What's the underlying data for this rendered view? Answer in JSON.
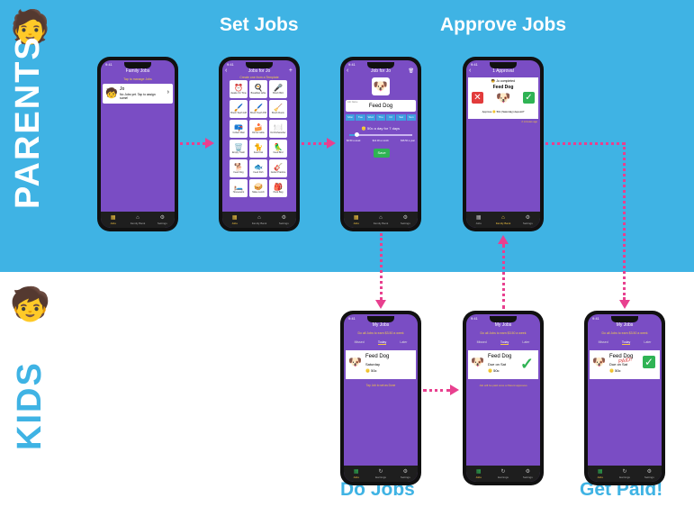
{
  "sections": {
    "parents_label": "PARENTS",
    "kids_label": "KIDS",
    "parent_avatar": "🧑",
    "kid_avatar": "🧒"
  },
  "headings": {
    "set_jobs": "Set Jobs",
    "approve_jobs": "Approve Jobs",
    "do_jobs": "Do Jobs",
    "get_paid": "Get Paid!"
  },
  "colors": {
    "parents_band": "#3fb3e4",
    "app_purple": "#7a4dc4",
    "arrow_pink": "#e8408f",
    "accent_yellow": "#f5c542"
  },
  "tabs_parent": [
    "Jobs",
    "Family Bank",
    "Settings"
  ],
  "tabs_kid": [
    "Jobs",
    "Earnings",
    "Settings"
  ],
  "phone1": {
    "time": "9:41",
    "title": "Family Jobs",
    "subtitle": "Tap to manage Jobs",
    "kid_name": "Jo",
    "kid_text": "No Jobs yet. Tap to assign some!",
    "kid_icon": "🧒",
    "chevron": "›"
  },
  "phone2": {
    "time": "9:41",
    "back": "‹",
    "title": "Jobs for Jo",
    "plus": "+",
    "subtitle": "Create one from a Template",
    "tiles": [
      {
        "icon": "⏰",
        "label": "Awake On Time"
      },
      {
        "icon": "🍳",
        "label": "Breakfast table"
      },
      {
        "icon": "🎤",
        "label": "Brush Bird"
      },
      {
        "icon": "🖌️",
        "label": "Brush Teeth AM"
      },
      {
        "icon": "🖌️",
        "label": "Brush Teeth PM"
      },
      {
        "icon": "🧹",
        "label": "Brush Room"
      },
      {
        "icon": "📪",
        "label": "Collect Mail"
      },
      {
        "icon": "🍰",
        "label": "Dinner table"
      },
      {
        "icon": "🍽️",
        "label": "Do Dishwasher"
      },
      {
        "icon": "🗑️",
        "label": "Empty Trash"
      },
      {
        "icon": "🐈",
        "label": "Feed Cat"
      },
      {
        "icon": "🦜",
        "label": "Feed Bird"
      },
      {
        "icon": "🐕",
        "label": "Feed Dog"
      },
      {
        "icon": "🐟",
        "label": "Feed Fish"
      },
      {
        "icon": "🎸",
        "label": "Guitar Practice"
      },
      {
        "icon": "🛏️",
        "label": "Housework"
      },
      {
        "icon": "🥪",
        "label": "Make Lunch"
      },
      {
        "icon": "🎒",
        "label": "Pack Bag"
      }
    ]
  },
  "phone3": {
    "time": "9:41",
    "back": "‹",
    "title": "Job for Jo",
    "trash": "🗑",
    "dog_icon": "🐶",
    "field_label": "Job Name",
    "job_name": "Feed Dog",
    "days": [
      "Mon",
      "Tue",
      "Wed",
      "Thu",
      "Fri",
      "Sat",
      "Sun"
    ],
    "rate_text": "50c a day for 7 days",
    "coin": "🪙",
    "low": "$0.50 a week",
    "mid": "$14.00 a month",
    "high": "$36.50 a year",
    "save": "Save"
  },
  "phone4": {
    "time": "9:41",
    "back": "‹",
    "title": "1 Approval",
    "kid_line": "🧒 Jo completed",
    "job": "Feed Dog",
    "reject": "✕",
    "approve_icon": "✓",
    "dog_icon": "🐶",
    "approve_text": "Approve",
    "amount_text": "50c (Saturday) deposit?",
    "ago": "2 minutes ago"
  },
  "phone5": {
    "time": "9:41",
    "title": "My Jobs",
    "subtitle": "Do all Jobs to earn $3.50 a week",
    "tabs": [
      "Missed",
      "Today",
      "Later"
    ],
    "job": "Feed Dog",
    "day": "Saturday",
    "amount": "50c",
    "hint": "Tap Job to set as Done"
  },
  "phone6": {
    "time": "9:41",
    "title": "My Jobs",
    "subtitle": "Do all Jobs to earn $3.50 a week",
    "tabs": [
      "Missed",
      "Today",
      "Later"
    ],
    "job": "Feed Dog",
    "day": "Due on Sat",
    "amount": "50c",
    "check": "✓",
    "hint": "Job will be paid once a Parent approves"
  },
  "phone7": {
    "time": "9:41",
    "title": "My Jobs",
    "subtitle": "Do all Jobs to earn $3.50 a week",
    "tabs": [
      "Missed",
      "Today",
      "Later"
    ],
    "job": "Feed Dog",
    "day": "Due on Sat",
    "stamp": "PAID!",
    "amount": "50c",
    "check": "✓"
  }
}
